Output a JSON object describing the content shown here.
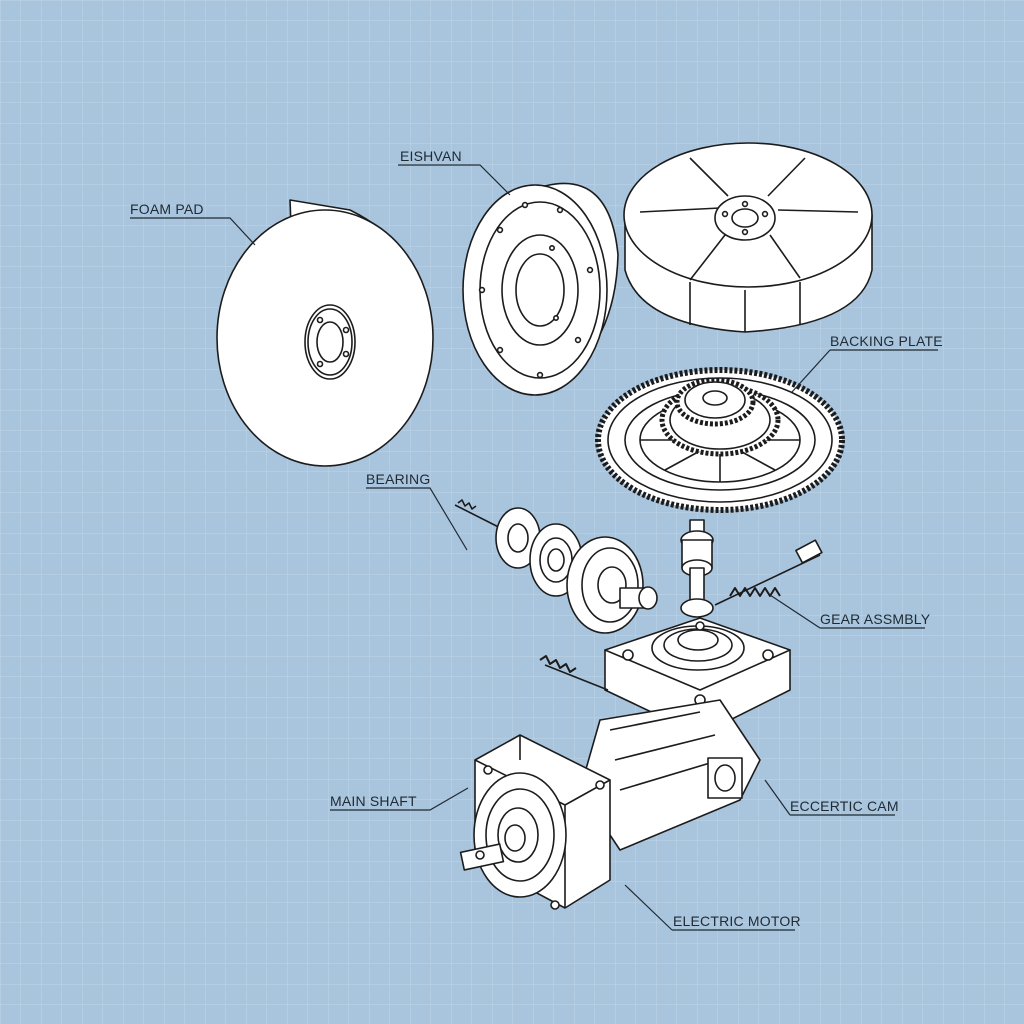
{
  "colors": {
    "background": "#a9c5dd",
    "grid_minor": "#bcd3e6",
    "grid_major": "#c9dcec",
    "line": "#1c1c1c",
    "part_fill": "#ffffff"
  },
  "labels": {
    "foam_pad": "FOAM PAD",
    "top_label": "EISHVAN",
    "backing_plate": "BACKING PLATE",
    "bearing": "BEARING",
    "gear_assembly": "GEAR ASSMBLY",
    "main_shaft": "MAIN SHAFT",
    "eccentric_cam": "ECCERTIC CAM",
    "electric_motor": "ELECTRIC MOTOR"
  }
}
